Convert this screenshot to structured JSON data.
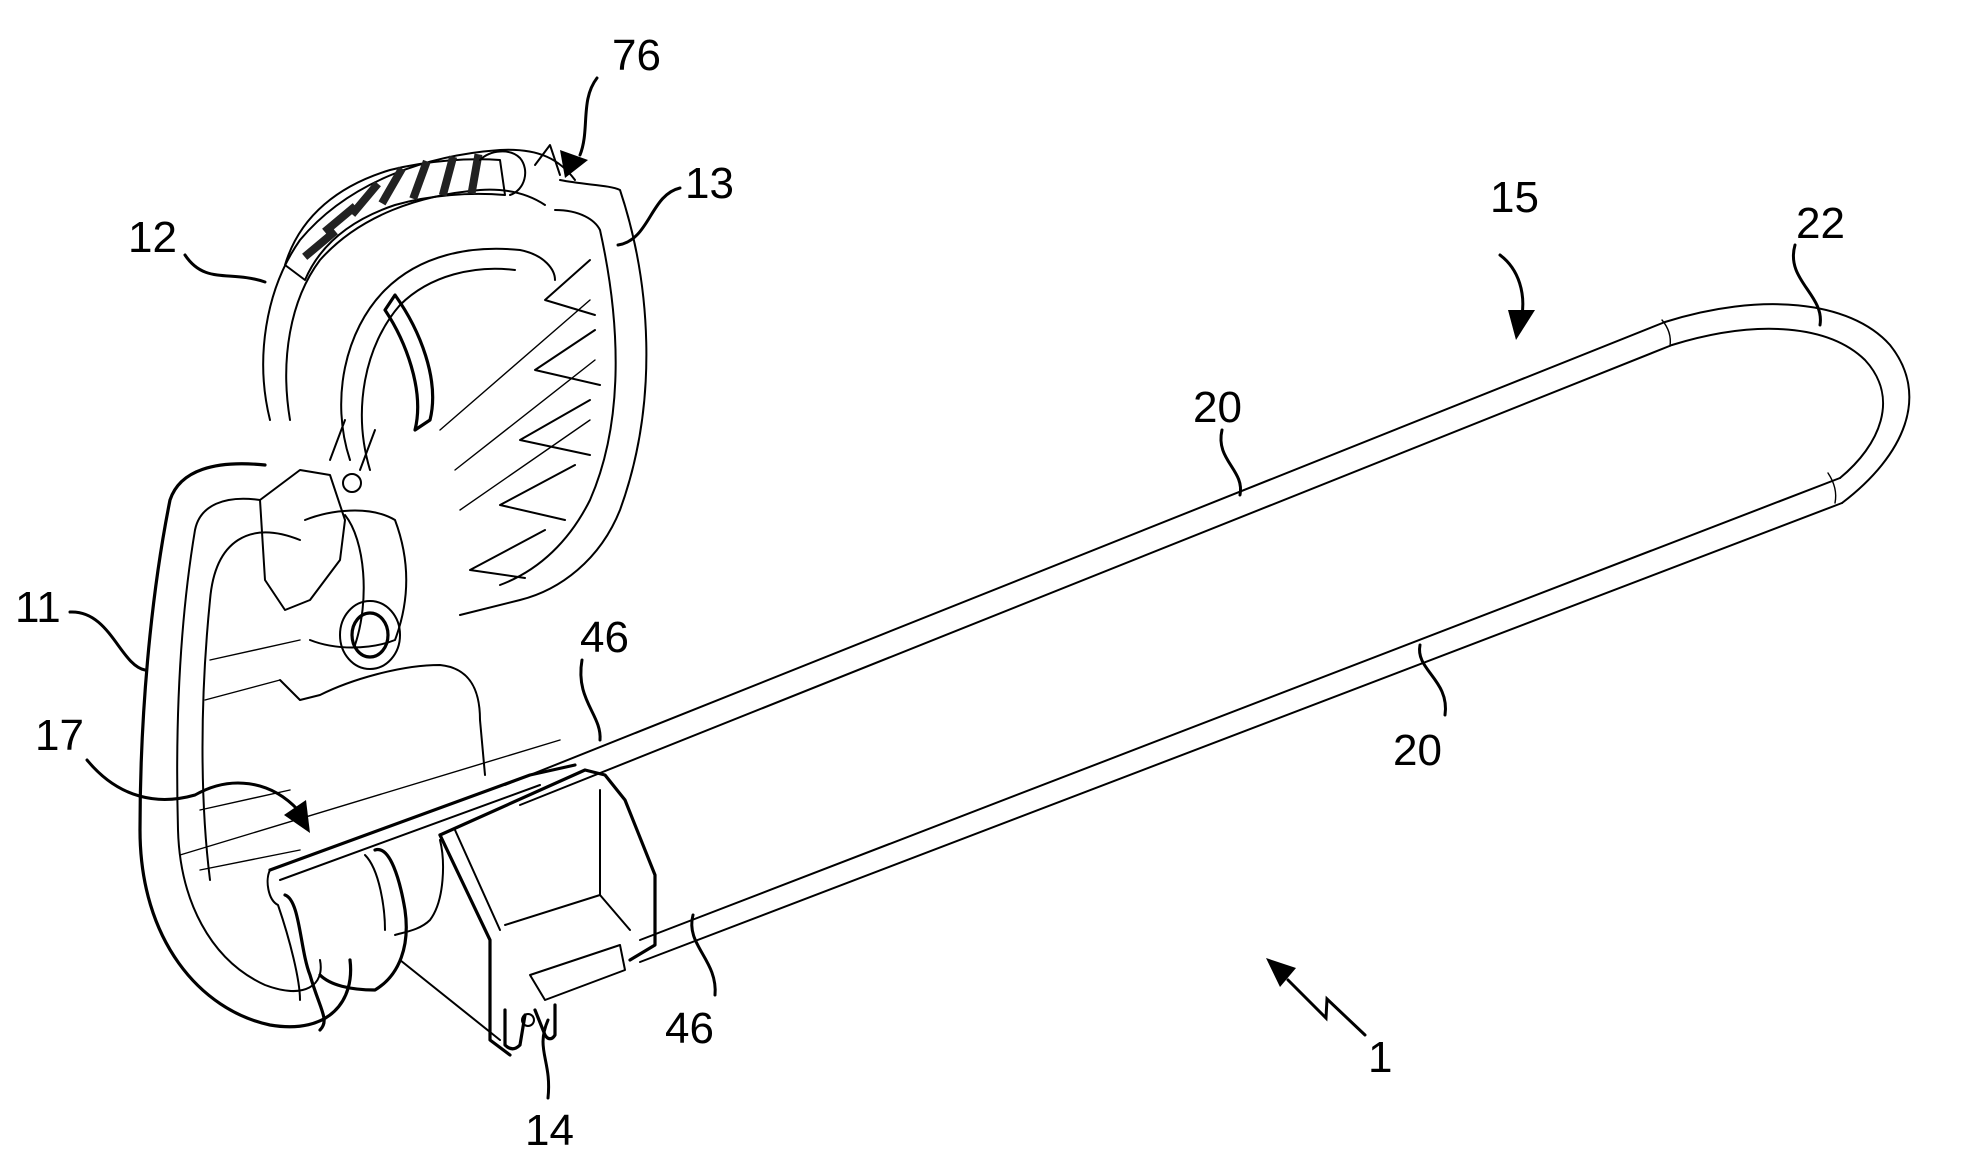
{
  "figure": {
    "type": "patent-drawing",
    "view": "perspective",
    "subject": "bracket assembly with U-shaped rod"
  },
  "reference_numerals": [
    {
      "id": "r76",
      "label": "76",
      "target": "notch at top of clamp body",
      "leader": "arrow"
    },
    {
      "id": "r13",
      "label": "13",
      "target": "ribbed rear housing",
      "leader": "line"
    },
    {
      "id": "r12",
      "label": "12",
      "target": "rotating clamp ring",
      "leader": "line"
    },
    {
      "id": "r15",
      "label": "15",
      "target": "rod assembly",
      "leader": "arrow"
    },
    {
      "id": "r22",
      "label": "22",
      "target": "curved end of rod",
      "leader": "line"
    },
    {
      "id": "r20a",
      "label": "20",
      "target": "upper rod leg",
      "leader": "line"
    },
    {
      "id": "r20b",
      "label": "20",
      "target": "lower rod leg",
      "leader": "line"
    },
    {
      "id": "r11",
      "label": "11",
      "target": "hook frame",
      "leader": "line"
    },
    {
      "id": "r46a",
      "label": "46",
      "target": "upper rod end portion",
      "leader": "line"
    },
    {
      "id": "r46b",
      "label": "46",
      "target": "lower rod end portion",
      "leader": "line"
    },
    {
      "id": "r17",
      "label": "17",
      "target": "receiving channel",
      "leader": "arrow"
    },
    {
      "id": "r14",
      "label": "14",
      "target": "base clip",
      "leader": "line"
    },
    {
      "id": "r1",
      "label": "1",
      "target": "whole device",
      "leader": "zigzag-arrow"
    }
  ],
  "colors": {
    "ink": "#000000",
    "paper": "#ffffff"
  }
}
